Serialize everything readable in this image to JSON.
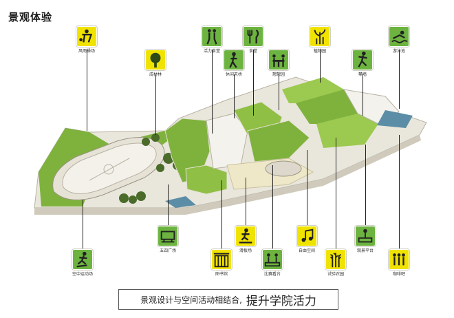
{
  "page": {
    "title": "景观体验"
  },
  "caption": {
    "small": "景观设计与空间活动相结合,",
    "big": "提升学院活力"
  },
  "colors": {
    "yellow_tag": "#f1e300",
    "green_tag": "#6cb43f",
    "roof_green": "#7fb23d",
    "water": "#5b8ea6"
  },
  "labels": {
    "fengyu_cao": "风雨操场",
    "chengcai_lin": "成材林",
    "huoli_shengchan": "活力食堂",
    "shitang": "食堂",
    "xiuxian_tianqiao": "休闲天桥",
    "xinwu_yuan": "憩憩园",
    "zhiwu_yuan": "植物园",
    "pantan": "攀墙",
    "youyong_chi": "游泳池",
    "zaoxing_guangchang": "五四广场",
    "kongzhong_yundong": "空中运动场",
    "kaiban_tai": "滑板场",
    "tushuguan": "图书馆",
    "bisai_kantai": "比赛看台",
    "ziyou_kongjian": "自由空间",
    "shiyan_nongtian": "试验农园",
    "guanjing_pingtai": "观景平台",
    "kafei": "咖啡吧"
  }
}
